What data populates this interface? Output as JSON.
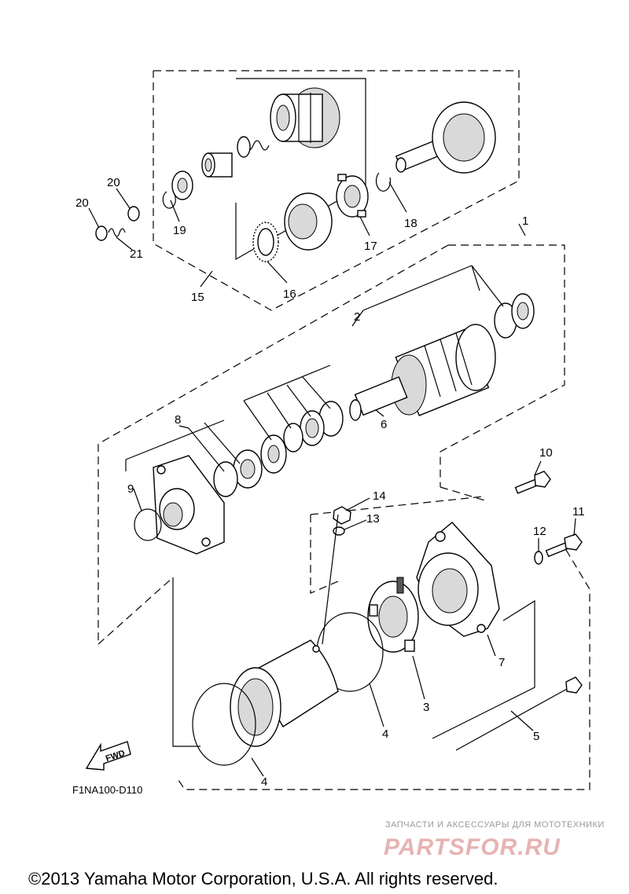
{
  "callouts": {
    "c1": "1",
    "c2": "2",
    "c3": "3",
    "c4a": "4",
    "c4b": "4",
    "c5": "5",
    "c6": "6",
    "c7": "7",
    "c8": "8",
    "c9": "9",
    "c10": "10",
    "c11": "11",
    "c12": "12",
    "c13": "13",
    "c14": "14",
    "c15": "15",
    "c16": "16",
    "c17": "17",
    "c18": "18",
    "c19": "19",
    "c20a": "20",
    "c20b": "20",
    "c21": "21"
  },
  "fwd_label": "FWD",
  "diagram_code": "F1NA100-D110",
  "watermark": {
    "tagline": "ЗАПЧАСТИ И АКСЕССУАРЫ ДЛЯ МОТОТЕХНИКИ",
    "logo": "PARTSFOR.RU"
  },
  "copyright": "©2013 Yamaha Motor Corporation, U.S.A. All rights reserved.",
  "colors": {
    "line": "#000000",
    "background": "#ffffff",
    "watermark": "#e6b3b3"
  }
}
